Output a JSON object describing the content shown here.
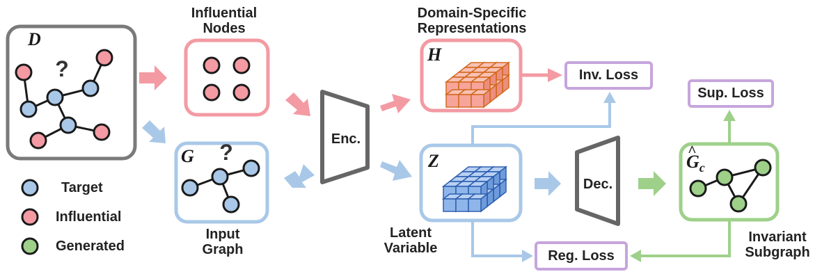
{
  "labels": {
    "influential_nodes": [
      "Influential",
      "Nodes"
    ],
    "domain_specific": [
      "Domain-Specific",
      "Representations"
    ],
    "input_graph": [
      "Input",
      "Graph"
    ],
    "latent_variable": [
      "Latent",
      "Variable"
    ],
    "invariant_subgraph": [
      "Invariant",
      "Subgraph"
    ],
    "enc": "Enc.",
    "dec": "Dec.",
    "question": "?"
  },
  "variables": {
    "D": "D",
    "G": "G",
    "H": "H",
    "Z": "Z",
    "Gc_base": "G",
    "Gc_sub": "c"
  },
  "losses": {
    "inv": "Inv. Loss",
    "sup": "Sup. Loss",
    "reg": "Reg. Loss"
  },
  "legend": [
    {
      "label": "Target",
      "color": "#a9c8e8"
    },
    {
      "label": "Influential",
      "color": "#f39aa3"
    },
    {
      "label": "Generated",
      "color": "#9ed08a"
    }
  ],
  "colors": {
    "pink": "#f39aa3",
    "blue": "#a9c8e8",
    "green": "#9ed08a",
    "gray": "#666666",
    "purple": "#c6a5dc",
    "orange": "#e8883a"
  }
}
